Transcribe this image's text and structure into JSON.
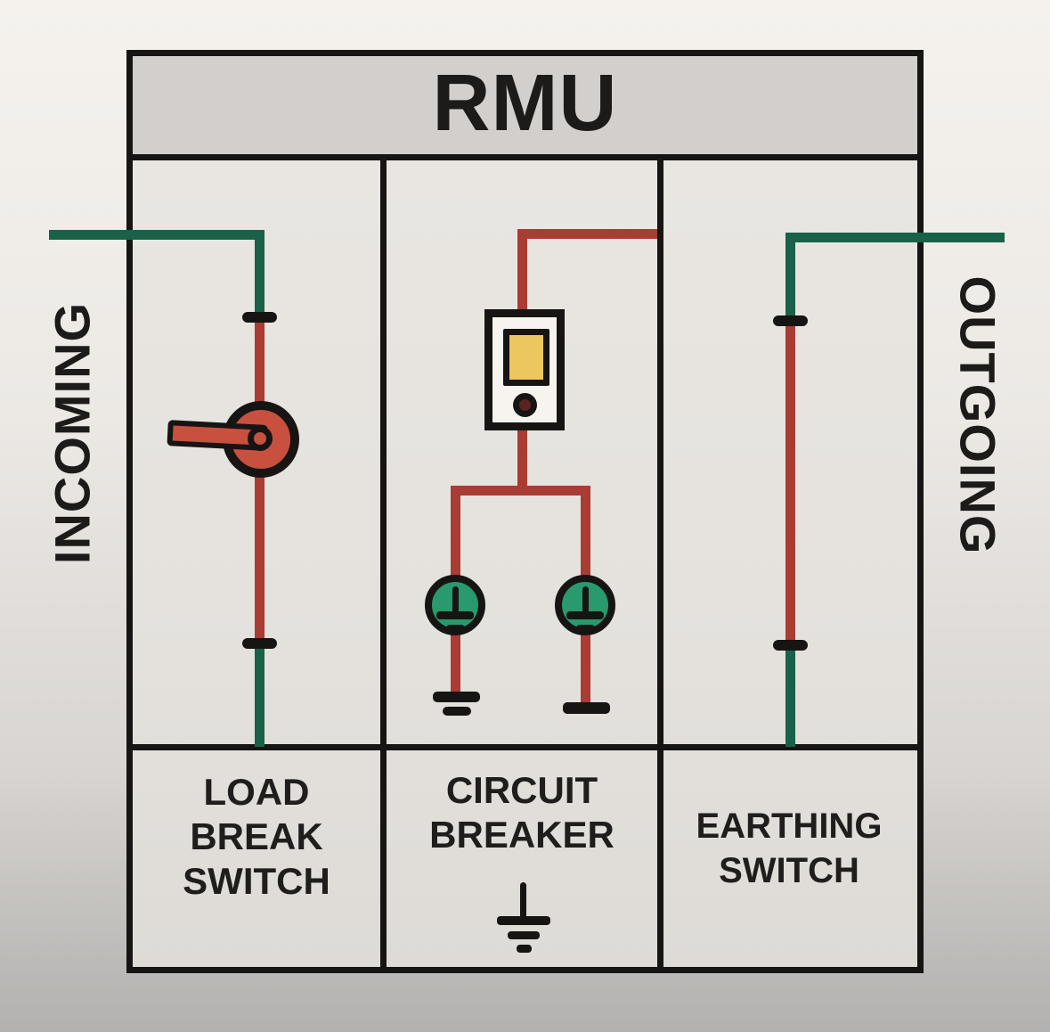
{
  "diagram": {
    "title": "RMU",
    "incoming_label": "INCOMING",
    "outgoing_label": "OUTGOING",
    "sections": [
      {
        "name": "Load Break Switch",
        "lines": [
          "LOAD",
          "BREAK",
          "SWITCH"
        ]
      },
      {
        "name": "Circuit Breaker",
        "lines": [
          "CIRCUIT",
          "BREAKER"
        ],
        "has_ground_symbol": true
      },
      {
        "name": "Earthing Switch",
        "lines": [
          "EARTHING",
          "SWITCH"
        ]
      }
    ],
    "icons": {
      "load-break-switch-handle": "red circle with lever arm",
      "breaker-indicator-lamp": "yellow rectangle in white box",
      "breaker-indicator-dot": "black dot with dark red center",
      "earth-terminal": "green circle with earth glyph",
      "ground-symbol": "stem with stacked shrinking bars",
      "terminal-contact": "black rounded tick"
    },
    "colors": {
      "wire_green": "#1a6149",
      "wire_red": "#a93c33",
      "handle_red": "#c8503f",
      "earth_circle_green": "#29996e",
      "breaker_yellow": "#ecc75f",
      "outline_black": "#171513",
      "header_gray": "#d2cfcc",
      "panel_gray": "#e8e5e1"
    }
  }
}
